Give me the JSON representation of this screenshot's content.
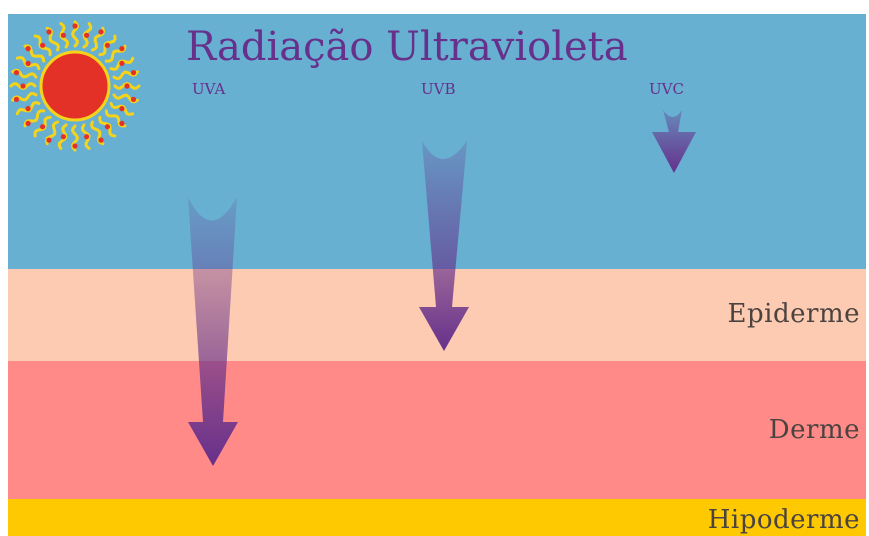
{
  "title": "Radiação Ultravioleta",
  "rays": [
    {
      "label": "UVA"
    },
    {
      "label": "UVB"
    },
    {
      "label": "UVC"
    }
  ],
  "layers": {
    "epidermis": "Epiderme",
    "dermis": "Derme",
    "hypodermis": "Hipoderme"
  },
  "colors": {
    "sky": "#67b0d1",
    "epidermis": "#fdcbb1",
    "dermis": "#ff8a88",
    "hypodermis": "#fec900",
    "arrow": "#66308b",
    "sun_core": "#e33127",
    "sun_rays": "#f5d31b"
  },
  "icons": [
    "sun-icon"
  ]
}
